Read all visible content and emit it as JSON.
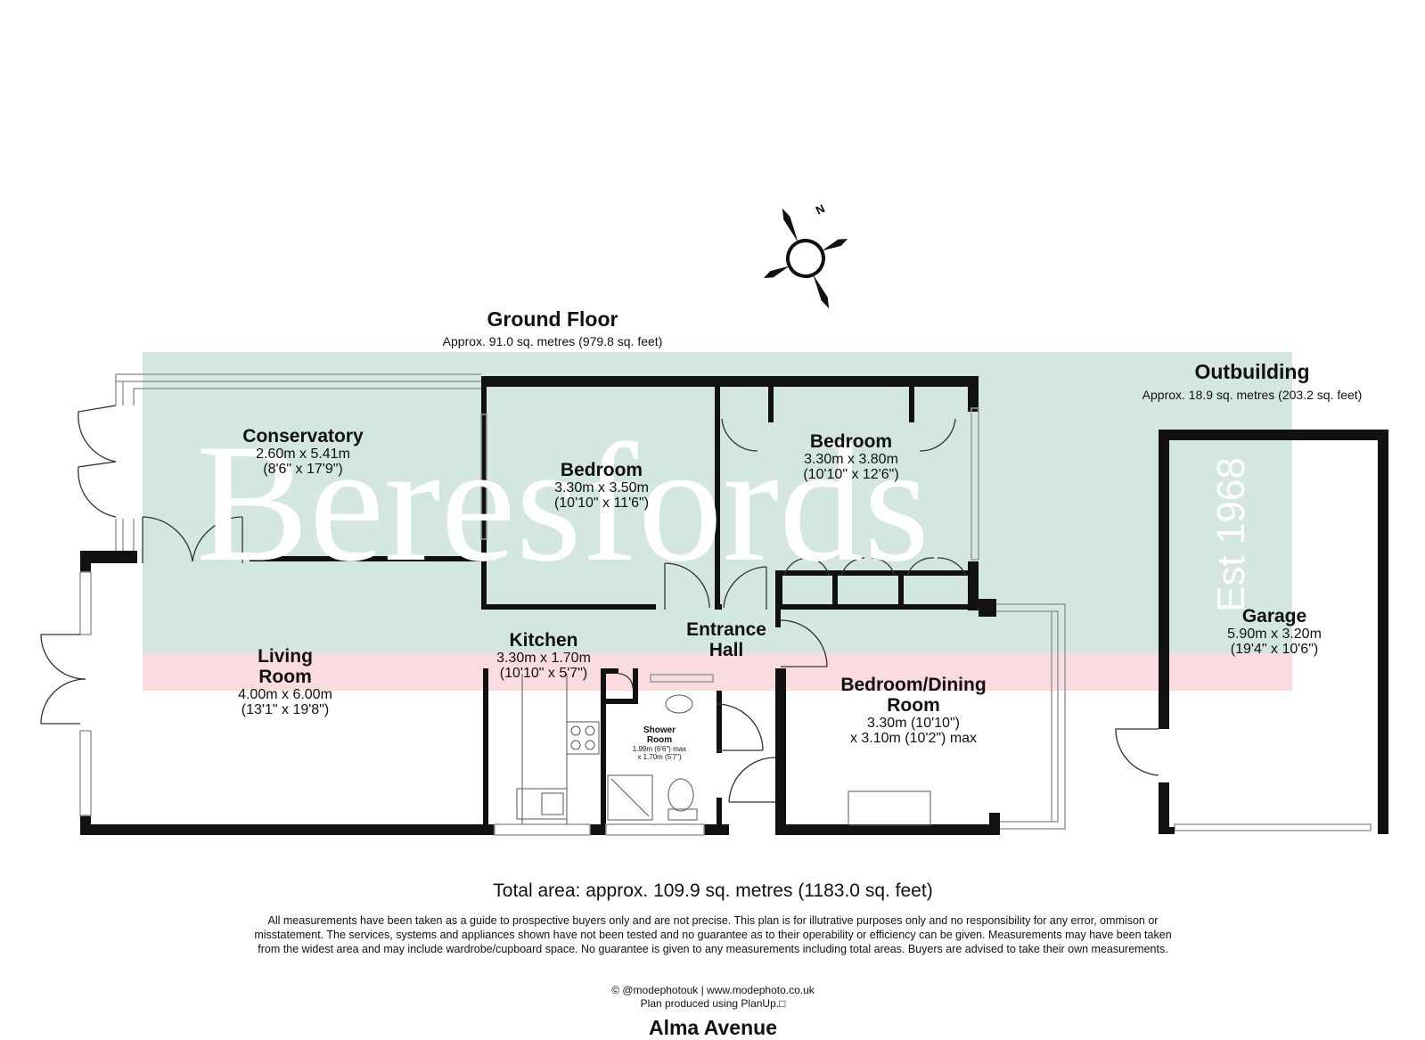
{
  "ground_floor": {
    "title": "Ground Floor",
    "area": "Approx. 91.0 sq. metres (979.8 sq. feet)"
  },
  "outbuilding": {
    "title": "Outbuilding",
    "area": "Approx. 18.9 sq. metres (203.2 sq. feet)"
  },
  "watermark": {
    "brand": "Beresfords",
    "est": "Est 1968",
    "color_band": "#d3e6e0",
    "color_stripe": "#fadbe0"
  },
  "compass": {
    "north_label": "N"
  },
  "rooms": {
    "conservatory": {
      "name": "Conservatory",
      "dim_metric": "2.60m x 5.41m",
      "dim_imperial": "(8'6\" x 17'9\")"
    },
    "bedroom1": {
      "name": "Bedroom",
      "dim_metric": "3.30m x 3.50m",
      "dim_imperial": "(10'10\" x 11'6\")"
    },
    "bedroom2": {
      "name": "Bedroom",
      "dim_metric": "3.30m x 3.80m",
      "dim_imperial": "(10'10\" x 12'6\")"
    },
    "living": {
      "name_line1": "Living",
      "name_line2": "Room",
      "dim_metric": "4.00m x 6.00m",
      "dim_imperial": "(13'1\" x 19'8\")"
    },
    "kitchen": {
      "name": "Kitchen",
      "dim_metric": "3.30m x 1.70m",
      "dim_imperial": "(10'10\" x 5'7\")"
    },
    "hall": {
      "name_line1": "Entrance",
      "name_line2": "Hall"
    },
    "shower": {
      "name_line1": "Shower",
      "name_line2": "Room",
      "dim_line1": "1.99m (6'6\") max",
      "dim_line2": "x 1.70m (5'7\")"
    },
    "bed_dining": {
      "name_line1": "Bedroom/Dining",
      "name_line2": "Room",
      "dim_line1": "3.30m (10'10\")",
      "dim_line2": "x 3.10m (10'2\") max"
    },
    "garage": {
      "name": "Garage",
      "dim_metric": "5.90m x 3.20m",
      "dim_imperial": "(19'4\" x 10'6\")"
    }
  },
  "total_area": "Total area: approx. 109.9 sq. metres (1183.0 sq. feet)",
  "disclaimer": "All measurements have been taken as a guide to prospective buyers only and are not precise. This plan is for illutrative purposes only and no responsibility for any error, ommison or misstatement. The services, systems and appliances shown have not been tested and no guarantee as to their operability or efficiency can be given. Measurements may have been taken from the widest area and may include wardrobe/cupboard space. No guarantee is given to any measurements including total areas. Buyers are advised to take their own measurements.",
  "credits": {
    "line1": "© @modephotouk | www.modephoto.co.uk",
    "line2": "Plan produced using PlanUp.□"
  },
  "street": "Alma Avenue"
}
